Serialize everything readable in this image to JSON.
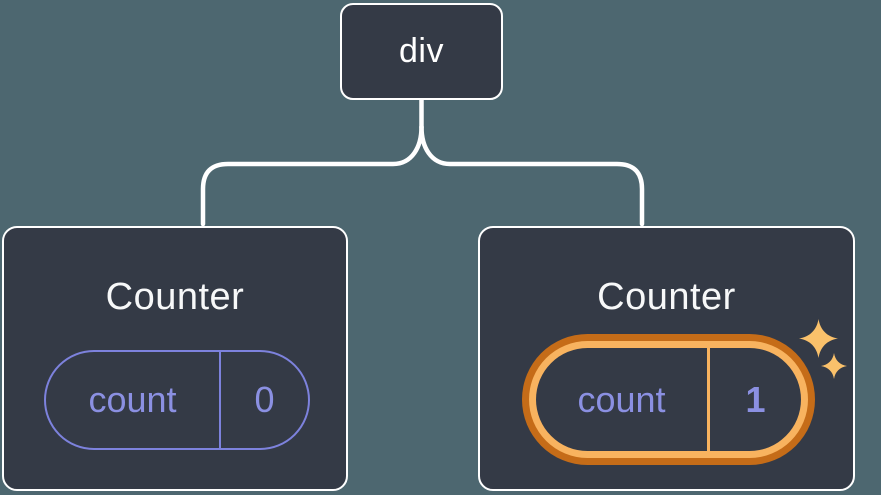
{
  "diagram": {
    "description": "Component tree: a div root with two Counter children; second Counter state highlighted",
    "background_color": "#4d6770",
    "node_background_color": "#343a46",
    "node_border_color": "#ffffff",
    "connector_color": "#ffffff",
    "root_node": {
      "label": "div"
    },
    "nodes": [
      {
        "title": "Counter",
        "state_pill": {
          "key_label": "count",
          "value": "0",
          "accent_color": "#7d82dd",
          "text_color": "#8b90e2",
          "highlighted": false
        }
      },
      {
        "title": "Counter",
        "state_pill": {
          "key_label": "count",
          "value": "1",
          "accent_color": "#f8b35f",
          "text_color": "#8b90e2",
          "highlighted": true,
          "highlight_outer_color": "#c56c18",
          "highlight_inner_color": "#f8b35f",
          "sparkle_color": "#fac16b"
        }
      }
    ]
  }
}
